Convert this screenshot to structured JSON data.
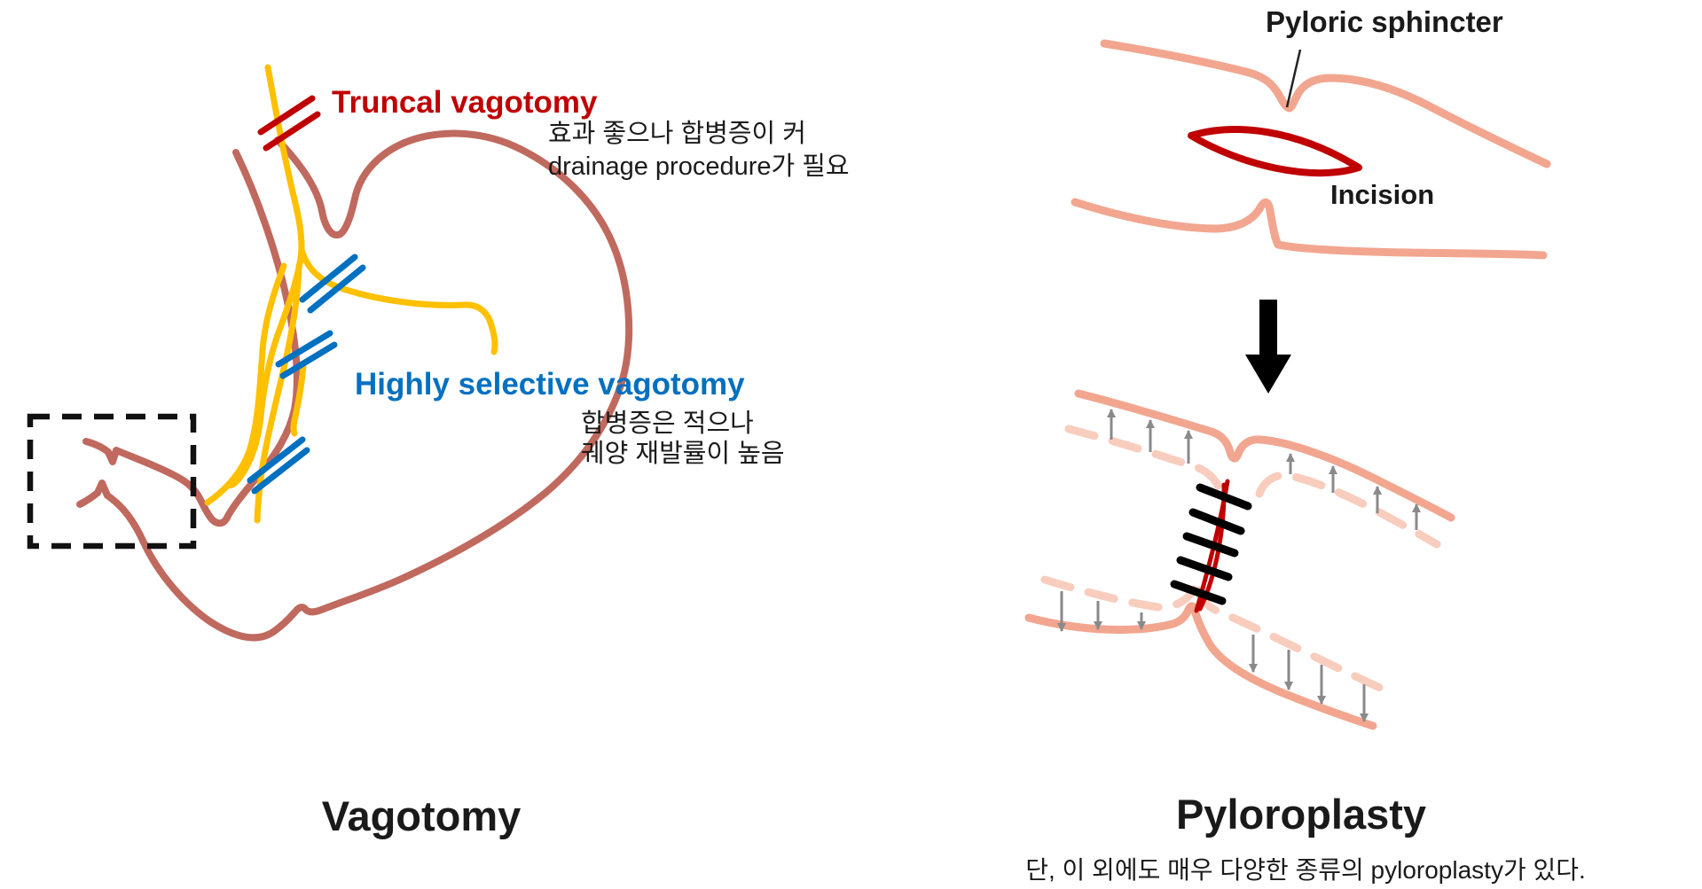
{
  "colors": {
    "stomach": "#C0695E",
    "nerve": "#FFC000",
    "truncal_red": "#C00000",
    "selective_blue": "#0070C0",
    "tissue_pink": "#F2A68F",
    "tissue_pink_light": "#F8CDBE",
    "incision_red": "#C00000",
    "arrow_gray": "#8A8A8A",
    "ink": "#1A1A1A"
  },
  "left_panel": {
    "title": "Vagotomy",
    "truncal_label": "Truncal vagotomy",
    "truncal_note_line1": "효과 좋으나 합병증이 커",
    "truncal_note_line2": "drainage procedure가 필요",
    "selective_label": "Highly selective vagotomy",
    "selective_note_line1": "합병증은 적으나",
    "selective_note_line2": "궤양 재발률이 높음"
  },
  "right_panel": {
    "title": "Pyloroplasty",
    "sphincter_label": "Pyloric sphincter",
    "incision_label": "Incision",
    "caption": "단, 이 외에도 매우 다양한 종류의 pyloroplasty가 있다."
  }
}
